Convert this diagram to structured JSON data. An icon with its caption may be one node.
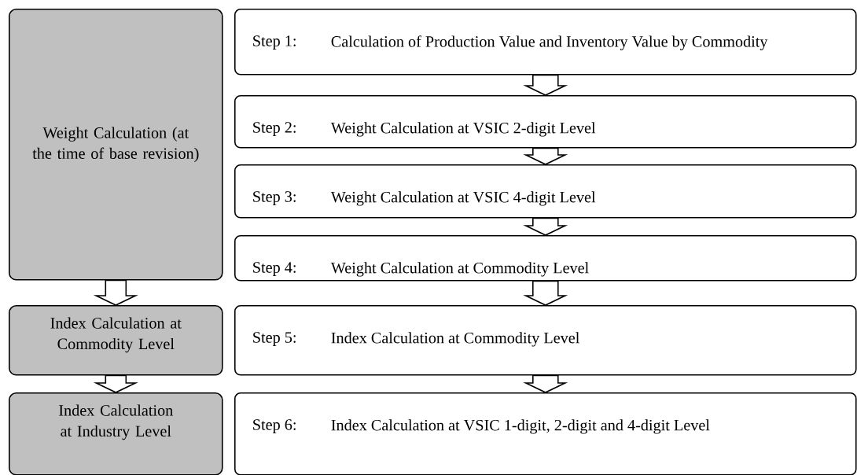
{
  "diagram": {
    "nodes": [
      {
        "text": [
          "Weight Calculation (at the time of base revision)"
        ]
      },
      {
        "text": [
          "Index Calculation at Commodity Level"
        ]
      },
      {
        "text": [
          "Index Calculation at Industry Level"
        ]
      },
      {
        "text": [
          "Step 1:",
          "Calculation of Production Value and Inventory Value by Commodity"
        ]
      },
      {
        "text": [
          "Step 2:",
          "Weight Calculation at VSIC 2-digit Level"
        ]
      },
      {
        "text": [
          "Step 3:",
          "Weight Calculation at VSIC 4-digit Level"
        ]
      },
      {
        "text": [
          "Step 4:",
          "Weight Calculation at Commodity Level"
        ]
      },
      {
        "text": [
          "Step 5:",
          "Index Calculation at Commodity Level"
        ]
      },
      {
        "text": [
          "Step 6:",
          "Index Calculation at VSIC 1-digit, 2-digit and 4-digit Level"
        ]
      }
    ],
    "edges": [
      {
        "from": 0,
        "to": 1,
        "arrow": "to"
      },
      {
        "from": 1,
        "to": 2,
        "arrow": "to"
      },
      {
        "from": 3,
        "to": 4,
        "arrow": "to"
      },
      {
        "from": 4,
        "to": 5,
        "arrow": "to"
      },
      {
        "from": 5,
        "to": 6,
        "arrow": "to"
      },
      {
        "from": 6,
        "to": 7,
        "arrow": "to"
      },
      {
        "from": 7,
        "to": 8,
        "arrow": "to"
      }
    ]
  }
}
